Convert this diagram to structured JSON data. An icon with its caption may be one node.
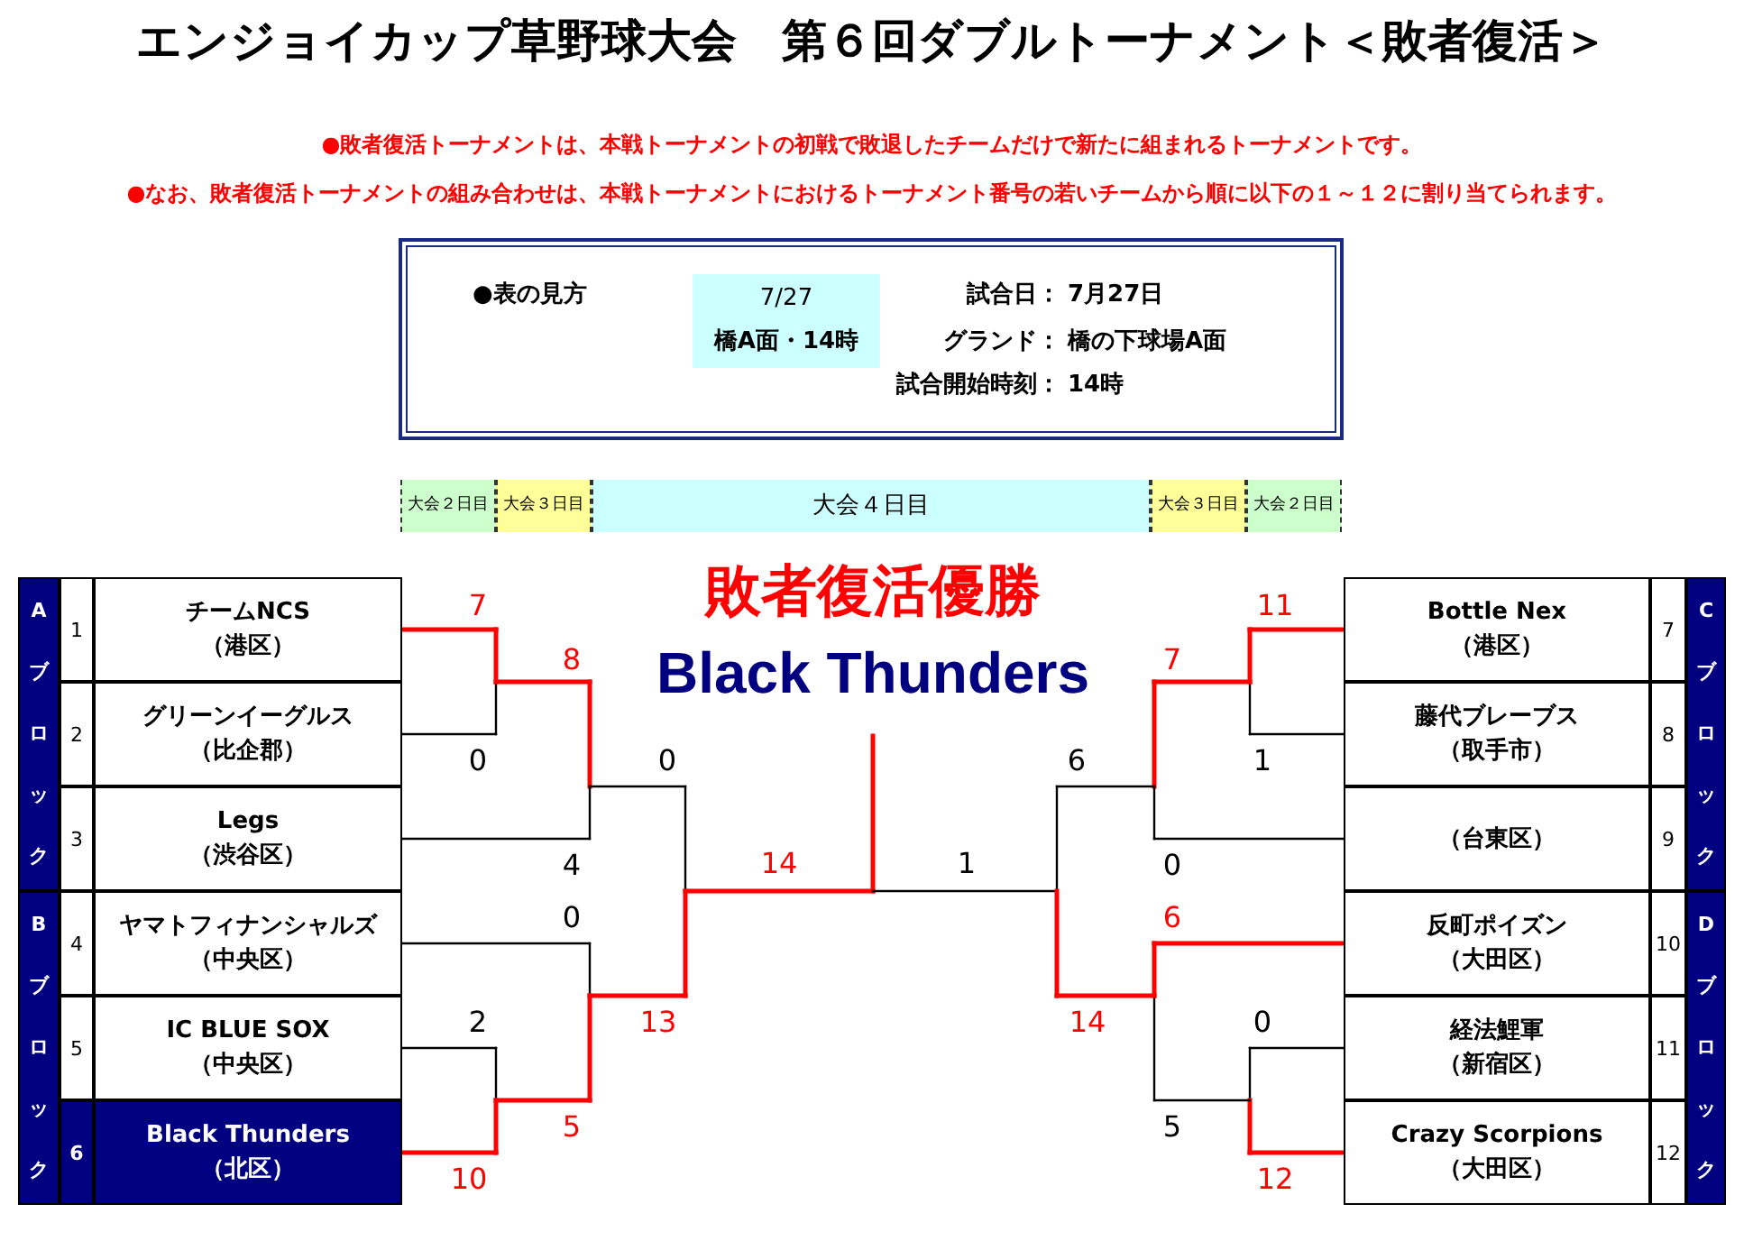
{
  "diagram": {
    "title": "エンジョイカップ草野球大会　第６回ダブルトーナメント＜敗者復活＞",
    "nodes": [
      {
        "text": [
          "●表の見方",
          "試合日：",
          "7月27日",
          "グランド：",
          "橋の下球場A面",
          "試合開始時刻：",
          "14時"
        ]
      },
      {
        "text": [
          "7/27",
          "橋A面・14時"
        ],
        "in": 0
      },
      {
        "text": [
          "大会２日目"
        ]
      },
      {
        "text": [
          "大会３日目"
        ]
      },
      {
        "text": [
          "大会４日目"
        ]
      },
      {
        "text": [
          "大会３日目"
        ]
      },
      {
        "text": [
          "大会２日目"
        ]
      },
      {
        "text": [
          "Aブロック"
        ]
      },
      {
        "text": [
          "Bブロック"
        ]
      },
      {
        "text": [
          "1"
        ]
      },
      {
        "text": [
          "2"
        ]
      },
      {
        "text": [
          "3"
        ]
      },
      {
        "text": [
          "4"
        ]
      },
      {
        "text": [
          "5"
        ]
      },
      {
        "text": [
          "6"
        ]
      },
      {
        "text": [
          "チームNCS",
          "（港区）"
        ]
      },
      {
        "text": [
          "グリーンイーグルス",
          "（比企郡）"
        ]
      },
      {
        "text": [
          "Legs",
          "（渋谷区）"
        ]
      },
      {
        "text": [
          "ヤマトフィナンシャルズ",
          "（中央区）"
        ]
      },
      {
        "text": [
          "IC BLUE SOX",
          "（中央区）"
        ]
      },
      {
        "text": [
          "Black Thunders",
          "（北区）"
        ]
      },
      {
        "text": [
          "Bottle Nex",
          "（港区）"
        ]
      },
      {
        "text": [
          "藤代ブレーブス",
          "（取手市）"
        ]
      },
      {
        "text": [
          "（台東区）"
        ]
      },
      {
        "text": [
          "反町ポイズン",
          "（大田区）"
        ]
      },
      {
        "text": [
          "経法鯉軍",
          "（新宿区）"
        ]
      },
      {
        "text": [
          "Crazy Scorpions",
          "（大田区）"
        ]
      },
      {
        "text": [
          "7"
        ]
      },
      {
        "text": [
          "8"
        ]
      },
      {
        "text": [
          "9"
        ]
      },
      {
        "text": [
          "10"
        ]
      },
      {
        "text": [
          "11"
        ]
      },
      {
        "text": [
          "12"
        ]
      },
      {
        "text": [
          "Cブロック"
        ]
      },
      {
        "text": [
          "Dブロック"
        ]
      }
    ],
    "labels": [
      "●敗者復活トーナメントは、本戦トーナメントの初戦で敗退したチームだけで新たに組まれるトーナメントです。",
      "●なお、敗者復活トーナメントの組み合わせは、本戦トーナメントにおけるトーナメント番号の若いチームから順に以下の１～１２に割り当てられます。",
      "敗者復活優勝",
      "Black Thunders",
      "7",
      "11",
      "8",
      "7",
      "0",
      "0",
      "6",
      "1",
      "4",
      "14",
      "1",
      "0",
      "0",
      "6",
      "2",
      "13",
      "14",
      "0",
      "5",
      "5",
      "10",
      "12"
    ]
  }
}
